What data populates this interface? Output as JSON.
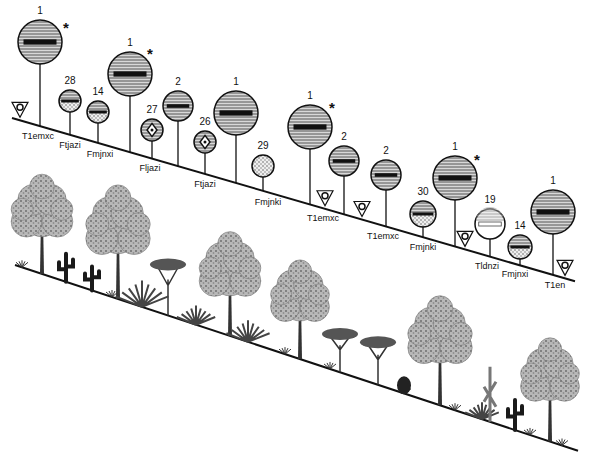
{
  "diagram": {
    "nodes": [
      {
        "text": [
          "1"
        ]
      },
      {
        "text": [
          "28"
        ]
      },
      {
        "text": [
          "14"
        ]
      },
      {
        "text": [
          "1"
        ]
      },
      {
        "text": [
          "27"
        ]
      },
      {
        "text": [
          "2"
        ]
      },
      {
        "text": [
          "26"
        ]
      },
      {
        "text": [
          "1"
        ]
      },
      {
        "text": [
          "29"
        ]
      },
      {
        "text": [
          "1"
        ]
      },
      {
        "text": [
          "2"
        ]
      },
      {
        "text": [
          "2"
        ]
      },
      {
        "text": [
          "30"
        ]
      },
      {
        "text": [
          "1"
        ]
      },
      {
        "text": [
          "19"
        ]
      },
      {
        "text": [
          "14"
        ]
      },
      {
        "text": [
          "1"
        ]
      }
    ],
    "labels": [
      "*",
      "T1emxc",
      "Ftjazi",
      "Fmjnxi",
      "*",
      "Fljazi",
      "Ftjazi",
      "Fmjnki",
      "*",
      "T1emxc",
      "T1emxc",
      "Fmjnki",
      "*",
      "Tldnzi",
      "Fmjnxi",
      "T1en"
    ]
  }
}
